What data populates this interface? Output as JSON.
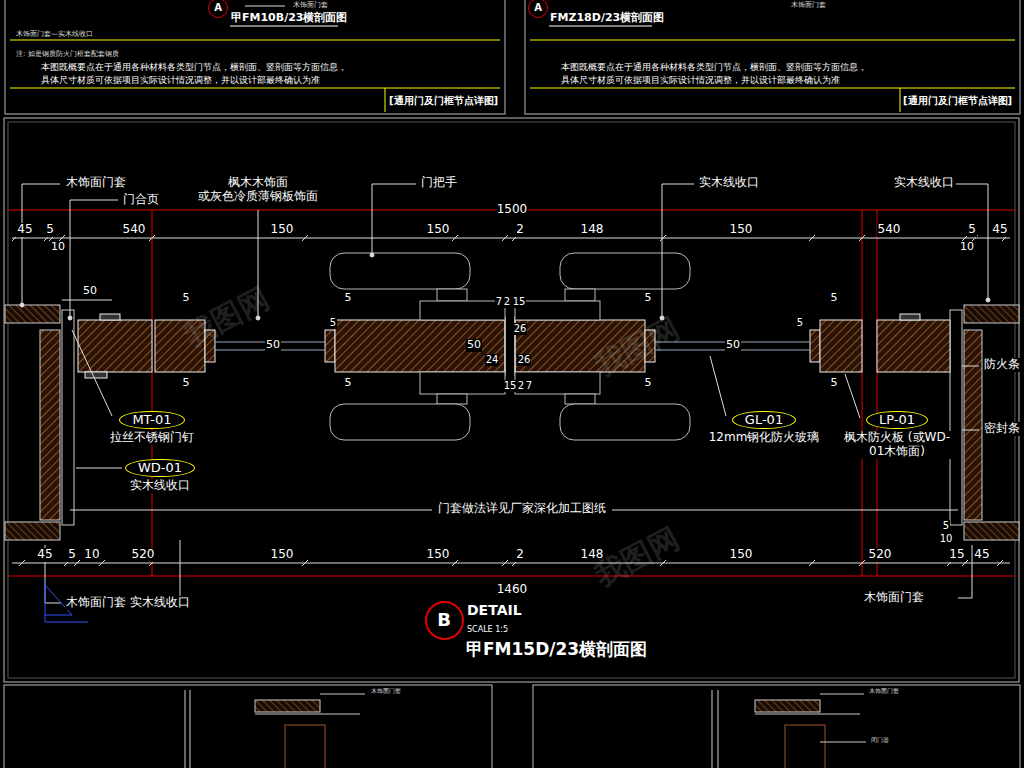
{
  "diagram": {
    "title": "甲FM15D/23横剖面图",
    "nodes": [
      {
        "text": [
          "A"
        ]
      },
      {
        "text": [
          "A"
        ]
      },
      {
        "text": [
          "MT-01",
          "拉丝不锈钢门钉"
        ]
      },
      {
        "text": [
          "WD-01",
          "实木线收口"
        ]
      },
      {
        "text": [
          "GL-01",
          "12mm钢化防火玻璃"
        ]
      },
      {
        "text": [
          "LP-01",
          "枫木防火板 (或WD-01木饰面)"
        ]
      },
      {
        "text": [
          "B"
        ]
      }
    ],
    "labels": [
      "木饰面门套",
      "甲FM10B/23横剖面图",
      "木饰面门套—实木线收口",
      "注: 如是钢质防火门框套配套钢质",
      "本图既概要点在于通用各种材料各类型门节点，横剖面、竖剖面等方面信息，",
      "具体尺寸材质可依据项目实际设计情况调整，并以设计部最终确认为准",
      "[通用门及门框节点详图]",
      "木饰面门套",
      "FMZ18D/23横剖面图",
      "本图既概要点在于通用各种材料各类型门节点，横剖面、竖剖面等方面信息，",
      "具体尺寸材质可依据项目实际设计情况调整，并以设计部最终确认为准",
      "[通用门及门框节点详图]",
      "木饰面门套",
      "门合页",
      "枫木木饰面 或灰色冷质薄钢板饰面",
      "门把手",
      "实木线收口",
      "实木线收口",
      "1500",
      "45",
      "5",
      "10",
      "540",
      "150",
      "150",
      "2",
      "148",
      "150",
      "540",
      "5",
      "10",
      "45",
      "50",
      "5",
      "5",
      "5",
      "5",
      "5",
      "5",
      "5",
      "5",
      "5",
      "5",
      "50",
      "50",
      "50",
      "7",
      "2",
      "15",
      "26",
      "24",
      "26",
      "15",
      "2",
      "7",
      "防火条",
      "密封条",
      "门套做法详见厂家深化加工图纸",
      "5",
      "10",
      "45",
      "5",
      "10",
      "520",
      "150",
      "150",
      "2",
      "148",
      "150",
      "520",
      "15",
      "45",
      "1460",
      "木饰面门套 实木线收口",
      "木饰面门套",
      "DETAIL",
      "SCALE 1:5",
      "木饰面门套",
      "木饰面门套",
      "闭门器",
      "我图网",
      "我图网",
      "我图网"
    ]
  }
}
